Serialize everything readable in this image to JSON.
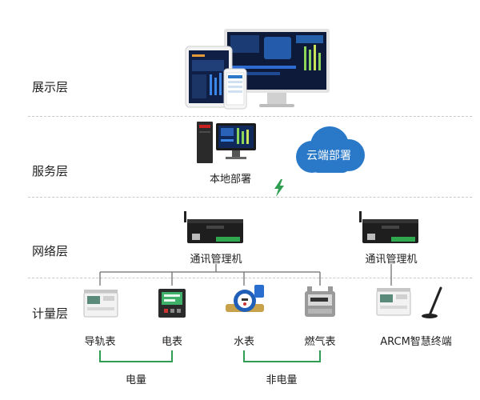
{
  "layers": [
    {
      "label": "展示层"
    },
    {
      "label": "服务层"
    },
    {
      "label": "网络层"
    },
    {
      "label": "计量层"
    }
  ],
  "service": {
    "local_label": "本地部署",
    "cloud_label": "云端部署"
  },
  "network": {
    "gateway_left_label": "通讯管理机",
    "gateway_right_label": "通讯管理机"
  },
  "devices": {
    "rail_meter": "导轨表",
    "electric_meter": "电表",
    "water_meter": "水表",
    "gas_meter": "燃气表",
    "arcm_terminal": "ARCM智慧终端"
  },
  "groups": {
    "electric": "电量",
    "non_electric": "非电量"
  },
  "colors": {
    "cloud": "#2a79c8",
    "bracket": "#2f9e52",
    "lightning": "#2f9e52",
    "line": "#6e6e6e"
  }
}
